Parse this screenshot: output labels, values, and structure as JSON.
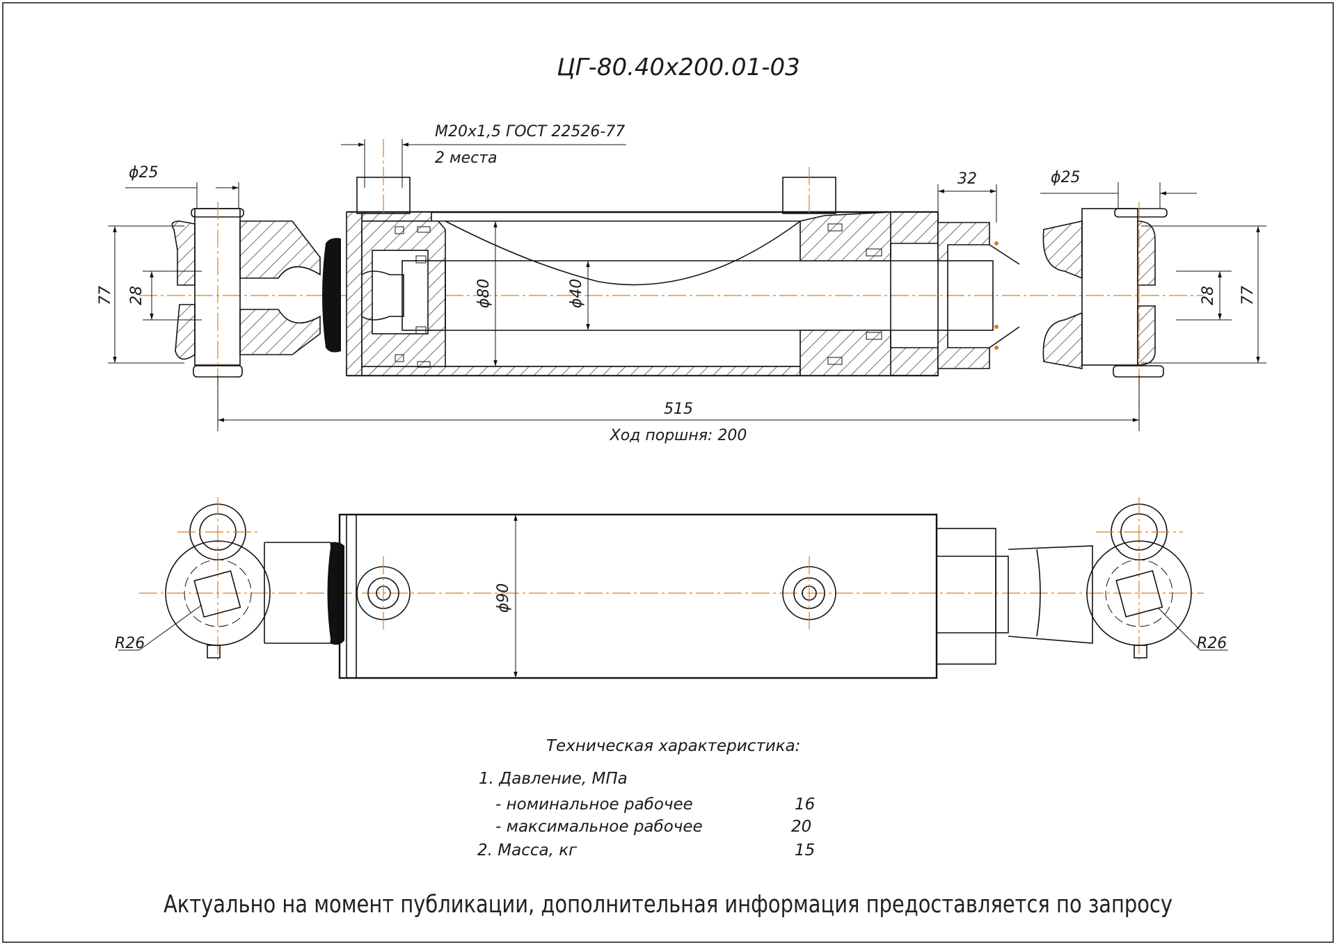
{
  "drawing": {
    "title": "ЦГ-80.40х200.01-03",
    "accent_color": "#e07b1a",
    "line_color": "#111111"
  },
  "dimensions": {
    "thread": "М20х1,5 ГОСТ 22526-77",
    "thread_count": "2 места",
    "pin_left": "ϕ25",
    "pin_right": "ϕ25",
    "dim_32": "32",
    "height_left": "77",
    "height_right": "77",
    "bore_left": "28",
    "bore_right": "28",
    "bore_80": "ϕ80",
    "rod_40": "ϕ40",
    "length": "515",
    "stroke": "Ход поршня: 200",
    "outer_90": "ϕ90",
    "radius_left": "R26",
    "radius_right": "R26"
  },
  "specs": {
    "heading": "Техническая характеристика:",
    "rows": [
      {
        "label": "1. Давление, МПа",
        "value": ""
      },
      {
        "label": "- номинальное рабочее",
        "value": "16"
      },
      {
        "label": "- максимальное рабочее",
        "value": "20"
      },
      {
        "label": "2. Масса, кг",
        "value": "15"
      }
    ]
  },
  "footer": {
    "note": "Актуально на момент публикации, дополнительная информация предоставляется по запросу"
  }
}
